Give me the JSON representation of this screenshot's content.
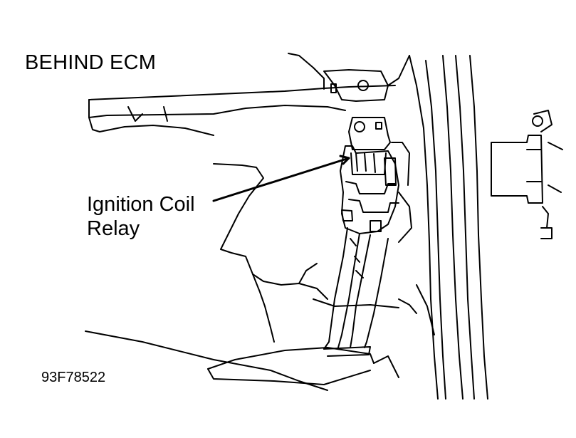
{
  "diagram": {
    "title": "BEHIND ECM",
    "callout": {
      "line1": "Ignition Coil",
      "line2": "Relay"
    },
    "figure_id": "93F78522"
  }
}
